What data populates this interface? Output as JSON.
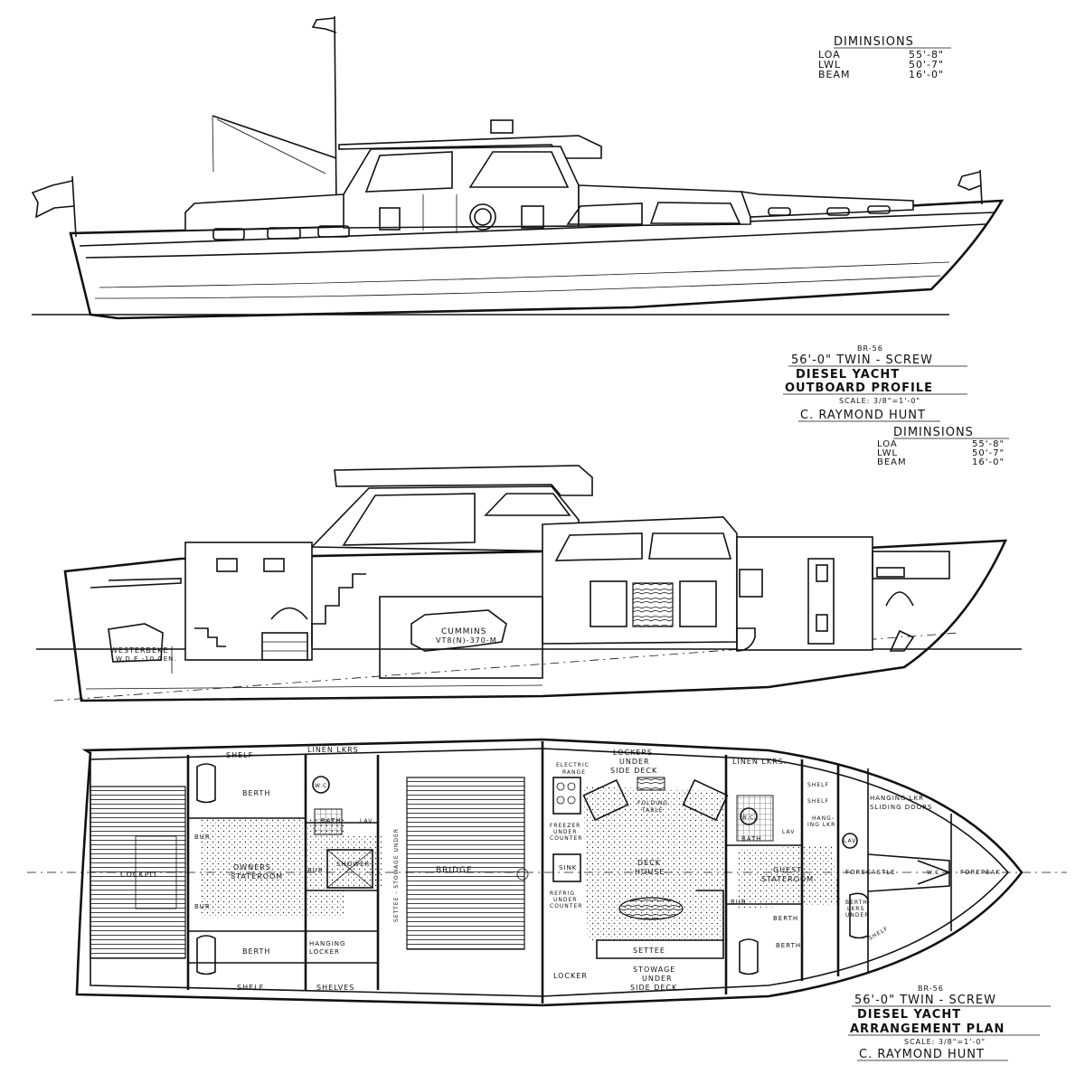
{
  "dimensions_top": {
    "title": "DIMINSIONS",
    "rows": [
      {
        "label": "LOA",
        "value": "55'-8\""
      },
      {
        "label": "LWL",
        "value": "50'-7\""
      },
      {
        "label": "BEAM",
        "value": "16'-0\""
      }
    ]
  },
  "dimensions_mid": {
    "title": "DIMINSIONS",
    "rows": [
      {
        "label": "LOA",
        "value": "55'-8\""
      },
      {
        "label": "LWL",
        "value": "50'-7\""
      },
      {
        "label": "BEAM",
        "value": "16'-0\""
      }
    ]
  },
  "profile_title": {
    "number": "BR-56",
    "line1": "56'-0\" TWIN - SCREW",
    "line2": "DIESEL YACHT",
    "line3": "OUTBOARD PROFILE",
    "scale": "SCALE: 3/8\"=1'-0\"",
    "designer": "C. RAYMOND HUNT"
  },
  "plan_title": {
    "number": "BR-56",
    "line1": "56'-0\" TWIN - SCREW",
    "line2": "DIESEL YACHT",
    "line3": "ARRANGEMENT PLAN",
    "scale": "SCALE: 3/8\"=1'-0\"",
    "designer": "C. RAYMOND HUNT"
  },
  "section_labels": {
    "generator": "WESTERBEKE",
    "generator2": "W.D.E.-10 GEN.",
    "engine": "CUMMINS",
    "engine2": "VT8(N)-370-M"
  },
  "plan_labels": {
    "shelf_port": "SHELF",
    "linen": "LINEN LKRS",
    "berth_port": "BERTH",
    "wc": "W.C.",
    "bath": "BATH",
    "lav": "LAV",
    "bur1": "BUR",
    "bur2": "BUR",
    "bur3": "BUR",
    "owners": "OWNERS",
    "stateroom": "STATEROOM",
    "shower": "SHOWER",
    "cockpit": "COCKPIT",
    "setee_stowage": "SETTEE - STOWAGE UNDER",
    "bridge": "BRIDGE",
    "berth_stbd": "BERTH",
    "hanging1": "HANGING",
    "locker1": "LOCKER",
    "shelf_stbd": "SHELF",
    "shelves": "SHELVES",
    "lockers_under1": "LOCKERS",
    "lockers_under2": "UNDER",
    "lockers_under3": "SIDE DECK",
    "electric": "ELECTRIC",
    "range": "RANGE",
    "folding": "FOLDING",
    "table": "TABLE",
    "freezer1": "FREEZER",
    "freezer2": "UNDER",
    "freezer3": "COUNTER",
    "sink": "SINK",
    "refrig1": "REFRIG",
    "refrig2": "UNDER",
    "refrig3": "COUNTER",
    "deck": "DECK",
    "house": "HOUSE",
    "settee": "SETTEE",
    "locker2": "LOCKER",
    "stowage1": "STOWAGE",
    "stowage2": "UNDER",
    "stowage3": "SIDE DECK",
    "linen2": "LINEN LKRS.",
    "wc2": "W.C.",
    "bath2": "BATH",
    "lav2": "LAV",
    "hang_lkr1": "HANG-",
    "hang_lkr2": "ING LKR",
    "shelf2": "SHELF",
    "shelf3": "SHELF",
    "hanging_sliding1": "HANGING LKR",
    "hanging_sliding2": "SLIDING DOORS",
    "lav3": "LAV",
    "guest": "GUEST",
    "stateroom2": "STATEROOM",
    "forecastle": "FORECASTLE",
    "wc3": "W.C.",
    "forepeak": "FOREPEAK",
    "bur4": "BUR",
    "berth3": "BERTH",
    "berth4": "BERTH",
    "berth_lkrs1": "BERTH-",
    "berth_lkrs2": "LKRS",
    "berth_lkrs3": "UNDER",
    "shelf4": "SHELF"
  }
}
